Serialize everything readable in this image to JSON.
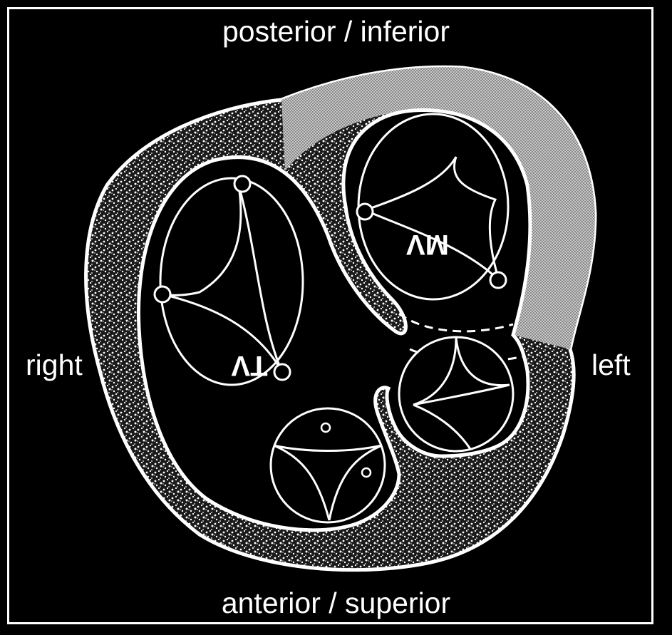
{
  "orientation": {
    "top": "posterior / inferior",
    "bottom": "anterior / superior",
    "left": "right",
    "right": "left"
  },
  "valves": {
    "tricuspid": {
      "label": "TV",
      "shown_mirrored": true
    },
    "mitral": {
      "label": "MV",
      "shown_mirrored": true
    },
    "aortic": {
      "cusps": 3
    },
    "pulmonary": {
      "cusps": 3,
      "coronary_ostia_marked": 2
    }
  },
  "colors": {
    "background": "#000000",
    "lines": "#ffffff",
    "right_ventricle_wall_texture": "speckled white/black",
    "left_ventricle_wall_texture": "fine grey hatch"
  }
}
